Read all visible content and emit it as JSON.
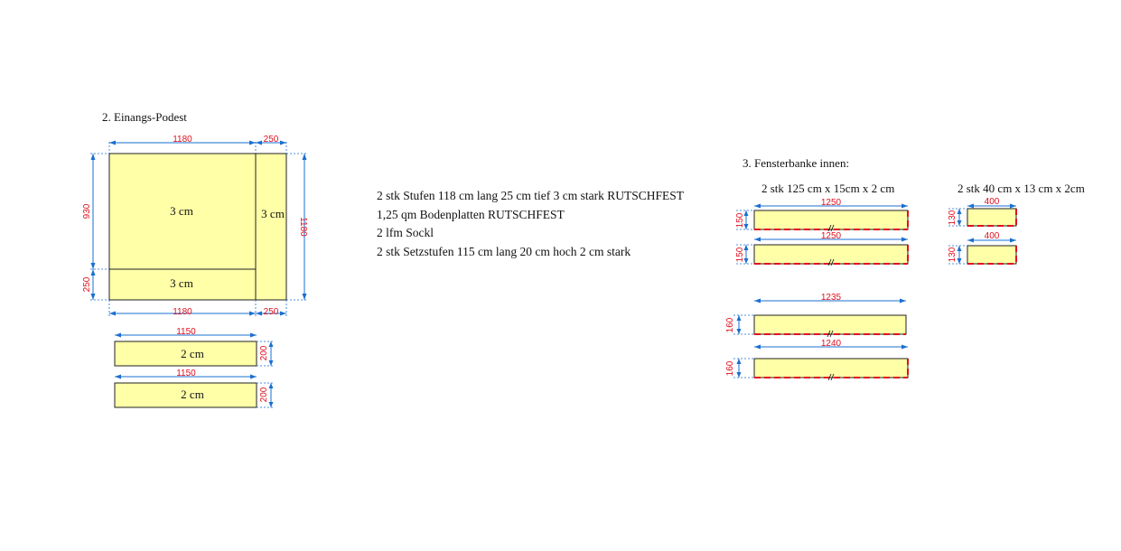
{
  "section_podest": {
    "title": "2. Einangs-Podest",
    "dims": {
      "top_left_width": "1180",
      "top_right_width": "250",
      "left_upper_height": "930",
      "left_lower_height": "250",
      "right_height": "1180",
      "bottom_left_width": "1180",
      "bottom_right_width": "250",
      "step1_width": "1150",
      "step1_height": "200",
      "step2_width": "1150",
      "step2_height": "200"
    },
    "labels": {
      "main_panel": "3 cm",
      "right_panel": "3 cm",
      "bottom_panel": "3 cm",
      "step1": "2 cm",
      "step2": "2 cm"
    }
  },
  "notes": [
    "2 stk Stufen 118 cm lang 25 cm tief 3 cm stark RUTSCHFEST",
    "1,25 qm Bodenplatten RUTSCHFEST",
    "2 lfm Sockl",
    "2 stk Setzstufen 115 cm lang 20 cm hoch 2 cm stark"
  ],
  "section_fenster": {
    "title": "3. Fensterbanke innen:",
    "group_a_title": "2 stk 125 cm x 15cm x 2 cm",
    "group_b_title": "2 stk 40 cm x 13 cm x 2cm",
    "sills": [
      {
        "width": "1250",
        "height": "150"
      },
      {
        "width": "1250",
        "height": "150"
      },
      {
        "width": "400",
        "height": "130"
      },
      {
        "width": "400",
        "height": "130"
      },
      {
        "width": "1235",
        "height": "160"
      },
      {
        "width": "1240",
        "height": "160"
      }
    ]
  },
  "colors": {
    "panel_fill": "#ffffa8",
    "dimension_line": "#1a6fd0",
    "dimension_text": "#e0101f",
    "edge_mark": "#e0101f"
  }
}
